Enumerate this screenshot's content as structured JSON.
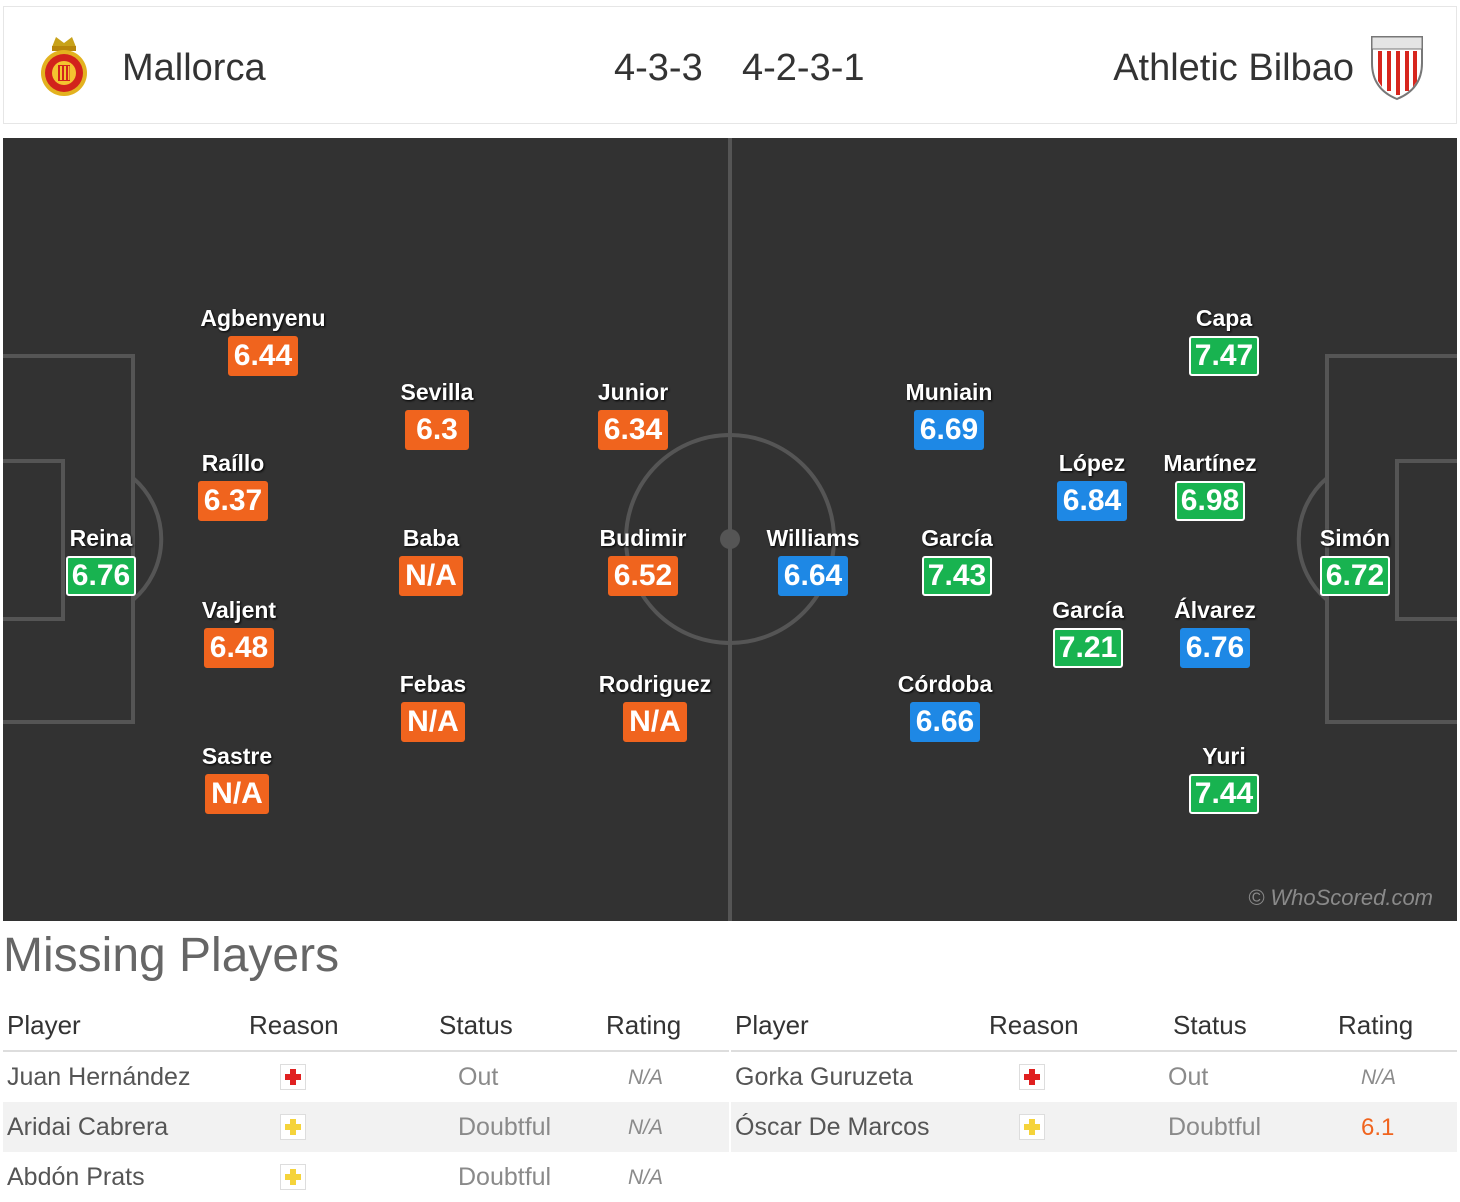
{
  "header": {
    "home_team": "Mallorca",
    "away_team": "Athletic Bilbao",
    "home_formation": "4-3-3",
    "away_formation": "4-2-3-1"
  },
  "home_players": [
    {
      "name": "Reina",
      "rating": "6.76",
      "color": "green"
    },
    {
      "name": "Agbenyenu",
      "rating": "6.44",
      "color": "orange"
    },
    {
      "name": "Raíllo",
      "rating": "6.37",
      "color": "orange"
    },
    {
      "name": "Valjent",
      "rating": "6.48",
      "color": "orange"
    },
    {
      "name": "Sastre",
      "rating": "N/A",
      "color": "orange"
    },
    {
      "name": "Sevilla",
      "rating": "6.3",
      "color": "orange"
    },
    {
      "name": "Baba",
      "rating": "N/A",
      "color": "orange"
    },
    {
      "name": "Febas",
      "rating": "N/A",
      "color": "orange"
    },
    {
      "name": "Junior",
      "rating": "6.34",
      "color": "orange"
    },
    {
      "name": "Budimir",
      "rating": "6.52",
      "color": "orange"
    },
    {
      "name": "Rodriguez",
      "rating": "N/A",
      "color": "orange"
    }
  ],
  "away_players": [
    {
      "name": "Williams",
      "rating": "6.64",
      "color": "blue"
    },
    {
      "name": "Muniain",
      "rating": "6.69",
      "color": "blue"
    },
    {
      "name": "García",
      "rating": "7.43",
      "color": "green"
    },
    {
      "name": "Córdoba",
      "rating": "6.66",
      "color": "blue"
    },
    {
      "name": "López",
      "rating": "6.84",
      "color": "blue"
    },
    {
      "name": "García",
      "rating": "7.21",
      "color": "green"
    },
    {
      "name": "Capa",
      "rating": "7.47",
      "color": "green"
    },
    {
      "name": "Martínez",
      "rating": "6.98",
      "color": "green"
    },
    {
      "name": "Álvarez",
      "rating": "6.76",
      "color": "blue"
    },
    {
      "name": "Yuri",
      "rating": "7.44",
      "color": "green"
    },
    {
      "name": "Simón",
      "rating": "6.72",
      "color": "green"
    }
  ],
  "watermark": "© WhoScored.com",
  "missing": {
    "title": "Missing Players",
    "columns": [
      "Player",
      "Reason",
      "Status",
      "Rating"
    ],
    "home": [
      {
        "player": "Juan Hernández",
        "reason": "injury",
        "status": "Out",
        "rating": "N/A"
      },
      {
        "player": "Aridai Cabrera",
        "reason": "doubtful",
        "status": "Doubtful",
        "rating": "N/A"
      },
      {
        "player": "Abdón Prats",
        "reason": "doubtful",
        "status": "Doubtful",
        "rating": "N/A"
      }
    ],
    "away": [
      {
        "player": "Gorka Guruzeta",
        "reason": "injury",
        "status": "Out",
        "rating": "N/A"
      },
      {
        "player": "Óscar De Marcos",
        "reason": "doubtful",
        "status": "Doubtful",
        "rating": "6.1"
      }
    ]
  },
  "colors": {
    "orange": "#f0641e",
    "blue": "#1e88e5",
    "green": "#18b350",
    "pitch": "#323232"
  }
}
